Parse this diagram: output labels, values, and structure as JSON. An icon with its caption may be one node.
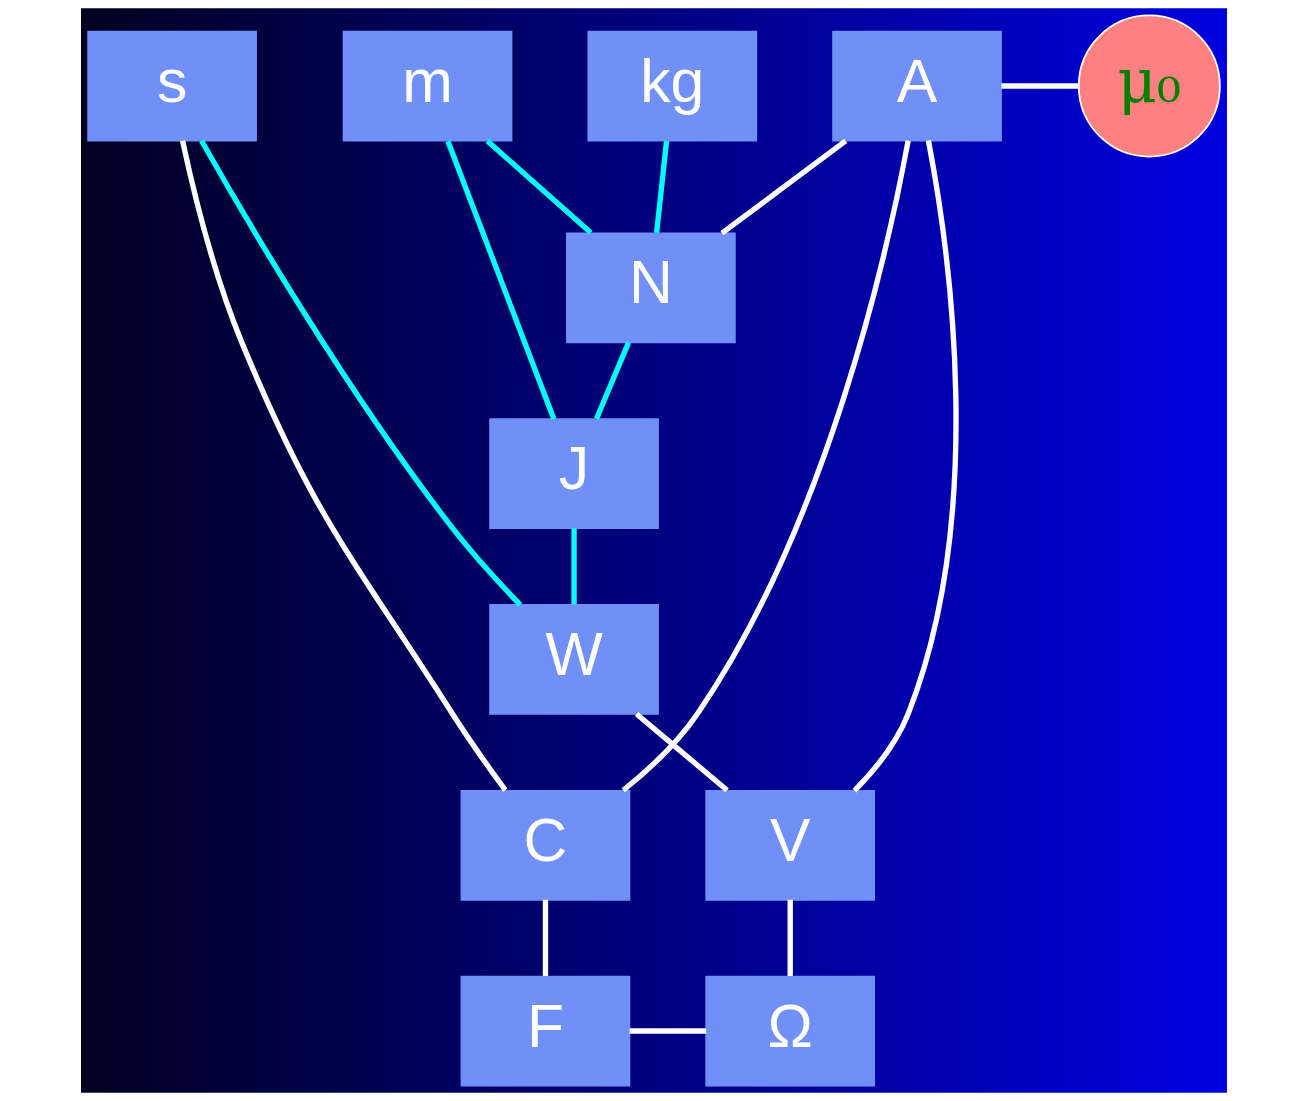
{
  "diagram": {
    "nodes": [
      {
        "text": [
          "kg"
        ]
      },
      {
        "text": [
          "m"
        ]
      },
      {
        "text": [
          "s"
        ]
      },
      {
        "text": [
          "A"
        ]
      },
      {
        "text": [
          "μ₀"
        ]
      },
      {
        "text": [
          "N"
        ]
      },
      {
        "text": [
          "J"
        ]
      },
      {
        "text": [
          "C"
        ]
      },
      {
        "text": [
          "V"
        ]
      },
      {
        "text": [
          "W"
        ]
      },
      {
        "text": [
          "F"
        ]
      },
      {
        "text": [
          "Ω"
        ]
      }
    ],
    "edges": [
      {
        "from": 0,
        "to": 5,
        "arrow": "none",
        "color": "#00ffff"
      },
      {
        "from": 1,
        "to": 5,
        "arrow": "none",
        "color": "#00ffff"
      },
      {
        "from": 1,
        "to": 6,
        "arrow": "none",
        "color": "#00ffff"
      },
      {
        "from": 5,
        "to": 6,
        "arrow": "none",
        "color": "#00ffff"
      },
      {
        "from": 6,
        "to": 9,
        "arrow": "none",
        "color": "#00ffff"
      },
      {
        "from": 2,
        "to": 9,
        "arrow": "none",
        "color": "#00ffff"
      },
      {
        "from": 5,
        "to": 3,
        "arrow": "none"
      },
      {
        "from": 3,
        "to": 4,
        "arrow": "none"
      },
      {
        "from": 3,
        "to": 7,
        "arrow": "none"
      },
      {
        "from": 3,
        "to": 8,
        "arrow": "none"
      },
      {
        "from": 2,
        "to": 7,
        "arrow": "none"
      },
      {
        "from": 9,
        "to": 8,
        "arrow": "none"
      },
      {
        "from": 7,
        "to": 10,
        "arrow": "none"
      },
      {
        "from": 8,
        "to": 11,
        "arrow": "none"
      },
      {
        "from": 10,
        "to": 11,
        "arrow": "none"
      }
    ]
  }
}
